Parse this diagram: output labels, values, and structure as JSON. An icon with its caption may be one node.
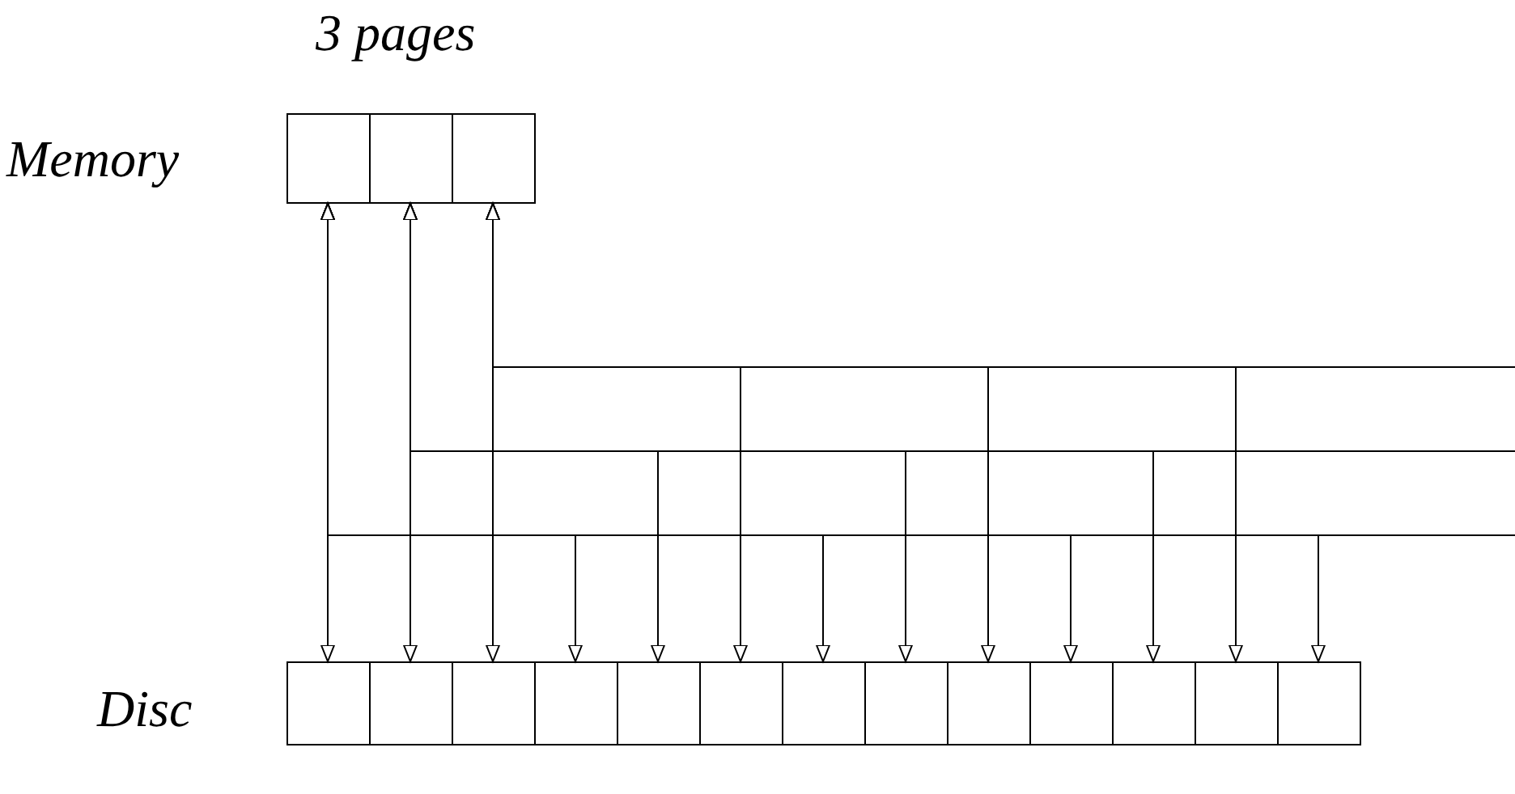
{
  "diagram": {
    "nodes": [
      {
        "text": [
          "Memory"
        ],
        "beside": [
          "3 pages"
        ]
      },
      {
        "text": [],
        "shape": "box",
        "in": 0
      },
      {
        "text": [],
        "shape": "box",
        "in": 0
      },
      {
        "text": [],
        "shape": "box",
        "in": 0
      },
      {
        "text": [
          "Disc"
        ]
      },
      {
        "text": [],
        "shape": "box",
        "in": 4
      },
      {
        "text": [],
        "shape": "box",
        "in": 4
      },
      {
        "text": [],
        "shape": "box",
        "in": 4
      },
      {
        "text": [],
        "shape": "box",
        "in": 4
      },
      {
        "text": [],
        "shape": "box",
        "in": 4
      },
      {
        "text": [],
        "shape": "box",
        "in": 4
      },
      {
        "text": [],
        "shape": "box",
        "in": 4
      },
      {
        "text": [],
        "shape": "box",
        "in": 4
      },
      {
        "text": [],
        "shape": "box",
        "in": 4
      },
      {
        "text": [],
        "shape": "box",
        "in": 4
      },
      {
        "text": [],
        "shape": "box",
        "in": 4
      },
      {
        "text": [],
        "shape": "box",
        "in": 4
      },
      {
        "text": [],
        "shape": "box",
        "in": 4
      }
    ],
    "edges": [
      {
        "from": 1,
        "to": 5,
        "arrow": "both"
      },
      {
        "from": 2,
        "to": 6,
        "arrow": "both"
      },
      {
        "from": 3,
        "to": 7,
        "arrow": "both"
      },
      {
        "from": 3,
        "to": 10,
        "arrow": "both"
      },
      {
        "from": 3,
        "to": 13,
        "arrow": "both"
      },
      {
        "from": 3,
        "to": 16,
        "arrow": "both"
      },
      {
        "from": 2,
        "to": 9,
        "arrow": "both"
      },
      {
        "from": 2,
        "to": 12,
        "arrow": "both"
      },
      {
        "from": 2,
        "to": 15,
        "arrow": "both"
      },
      {
        "from": 1,
        "to": 8,
        "arrow": "both"
      },
      {
        "from": 1,
        "to": 11,
        "arrow": "both"
      },
      {
        "from": 1,
        "to": 14,
        "arrow": "both"
      },
      {
        "from": 1,
        "to": 17,
        "arrow": "both"
      }
    ]
  }
}
